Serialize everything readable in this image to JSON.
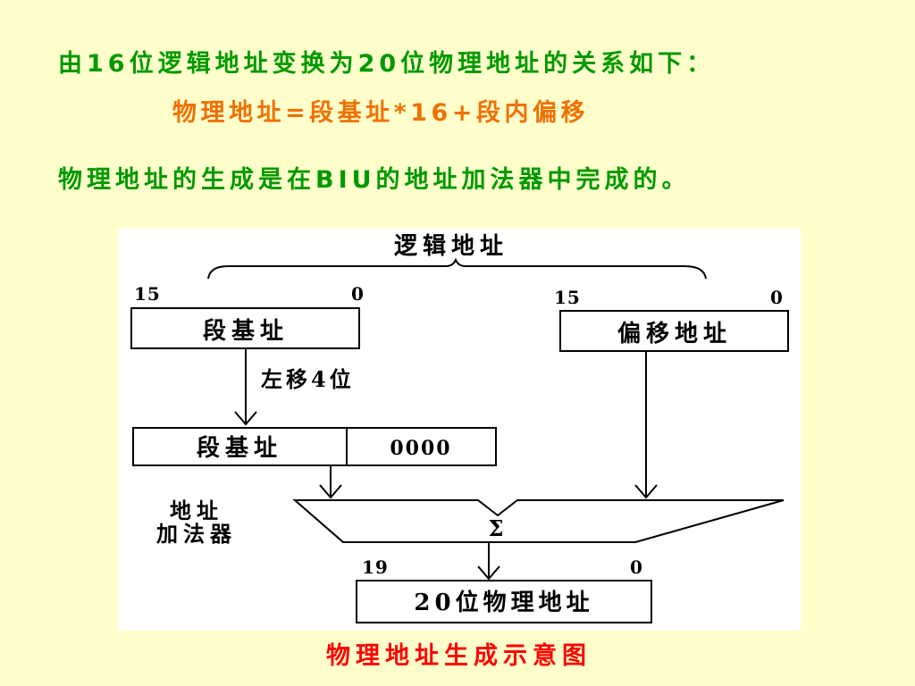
{
  "colors": {
    "page_background": "#FFFFCC",
    "heading_text": "#009900",
    "formula_text": "#F07000",
    "caption_text": "#FF0000",
    "diagram_background": "#FFFFFF",
    "diagram_ink": "#000000"
  },
  "slide": {
    "intro": "由16位逻辑地址变换为20位物理地址的关系如下：",
    "formula": "物理地址=段基址*16+段内偏移",
    "note": "物理地址的生成是在BIU的地址加法器中完成的。",
    "caption": "物理地址生成示意图"
  },
  "diagram": {
    "logical_address_label": "逻辑地址",
    "segment_base": {
      "label": "段基址",
      "high_bit": "15",
      "low_bit": "0"
    },
    "offset_address": {
      "label": "偏移地址",
      "high_bit": "15",
      "low_bit": "0"
    },
    "shift_label": "左移4位",
    "shifted_segment": {
      "label": "段基址",
      "appended_bits": "0000"
    },
    "adder": {
      "label_line1": "地址",
      "label_line2": "加法器",
      "symbol": "Σ"
    },
    "physical_address": {
      "label": "20位物理地址",
      "high_bit": "19",
      "low_bit": "0"
    }
  }
}
